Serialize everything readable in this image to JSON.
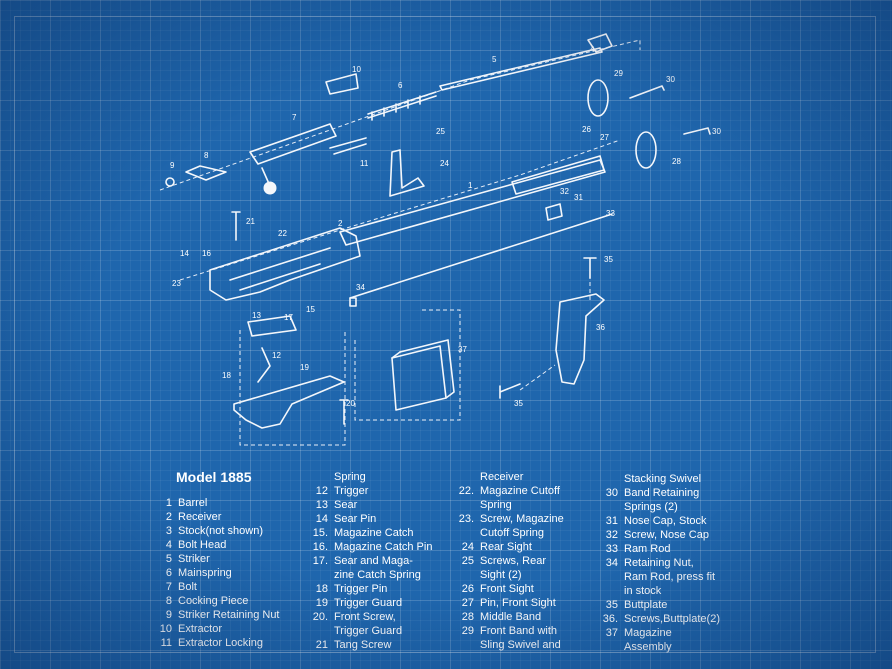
{
  "title": "Model 1885",
  "callouts": [
    "1",
    "2",
    "4",
    "5",
    "6",
    "7",
    "8",
    "9",
    "10",
    "11",
    "12",
    "13",
    "14",
    "15",
    "16",
    "17",
    "18",
    "19",
    "20",
    "21",
    "22",
    "23",
    "24",
    "25",
    "26",
    "27",
    "28",
    "29",
    "30",
    "30",
    "31",
    "32",
    "33",
    "34",
    "35",
    "35",
    "36",
    "37"
  ],
  "legend": {
    "col1": [
      {
        "num": "1",
        "text": "Barrel"
      },
      {
        "num": "2",
        "text": "Receiver"
      },
      {
        "num": "3",
        "text": "Stock(not shown)"
      },
      {
        "num": "4",
        "text": "Bolt Head"
      },
      {
        "num": "5",
        "text": "Striker"
      },
      {
        "num": "6",
        "text": "Mainspring"
      },
      {
        "num": "7",
        "text": "Bolt"
      },
      {
        "num": "8",
        "text": "Cocking Piece"
      },
      {
        "num": "9",
        "text": "Striker Retaining Nut"
      },
      {
        "num": "10",
        "text": "Extractor"
      },
      {
        "num": "11",
        "text": "Extractor Locking"
      }
    ],
    "col2": [
      {
        "num": "",
        "text": "Spring"
      },
      {
        "num": "12",
        "text": "Trigger"
      },
      {
        "num": "13",
        "text": "Sear"
      },
      {
        "num": "14",
        "text": "Sear Pin"
      },
      {
        "num": "15.",
        "text": "Magazine Catch"
      },
      {
        "num": "16.",
        "text": "Magazine Catch Pin"
      },
      {
        "num": "17.",
        "text": "Sear and Maga-"
      },
      {
        "num": "",
        "text": "zine Catch Spring"
      },
      {
        "num": "18",
        "text": "Trigger Pin"
      },
      {
        "num": "19",
        "text": "Trigger Guard"
      },
      {
        "num": "20.",
        "text": "Front Screw,"
      },
      {
        "num": "",
        "text": "Trigger Guard"
      },
      {
        "num": "21",
        "text": "Tang Screw"
      }
    ],
    "col3": [
      {
        "num": "",
        "text": "Receiver"
      },
      {
        "num": "22.",
        "text": "Magazine Cutoff"
      },
      {
        "num": "",
        "text": "Spring"
      },
      {
        "num": "23.",
        "text": "Screw, Magazine"
      },
      {
        "num": "",
        "text": "Cutoff Spring"
      },
      {
        "num": "24",
        "text": "Rear Sight"
      },
      {
        "num": "25",
        "text": "Screws, Rear"
      },
      {
        "num": "",
        "text": "Sight (2)"
      },
      {
        "num": "26",
        "text": "Front Sight"
      },
      {
        "num": "27",
        "text": "Pin, Front Sight"
      },
      {
        "num": "28",
        "text": "Middle Band"
      },
      {
        "num": "29",
        "text": "Front Band with"
      },
      {
        "num": "",
        "text": "Sling Swivel and"
      }
    ],
    "col4": [
      {
        "num": "",
        "text": "Stacking Swivel"
      },
      {
        "num": "30",
        "text": "Band Retaining"
      },
      {
        "num": "",
        "text": "Springs (2)"
      },
      {
        "num": "31",
        "text": "Nose Cap, Stock"
      },
      {
        "num": "32",
        "text": "Screw, Nose Cap"
      },
      {
        "num": "33",
        "text": "Ram Rod"
      },
      {
        "num": "34",
        "text": "Retaining Nut,"
      },
      {
        "num": "",
        "text": "Ram Rod, press fit"
      },
      {
        "num": "",
        "text": "in stock"
      },
      {
        "num": "35",
        "text": "Buttplate"
      },
      {
        "num": "36.",
        "text": "Screws,Buttplate(2)"
      },
      {
        "num": "37",
        "text": "Magazine"
      },
      {
        "num": "",
        "text": "Assembly"
      }
    ]
  }
}
